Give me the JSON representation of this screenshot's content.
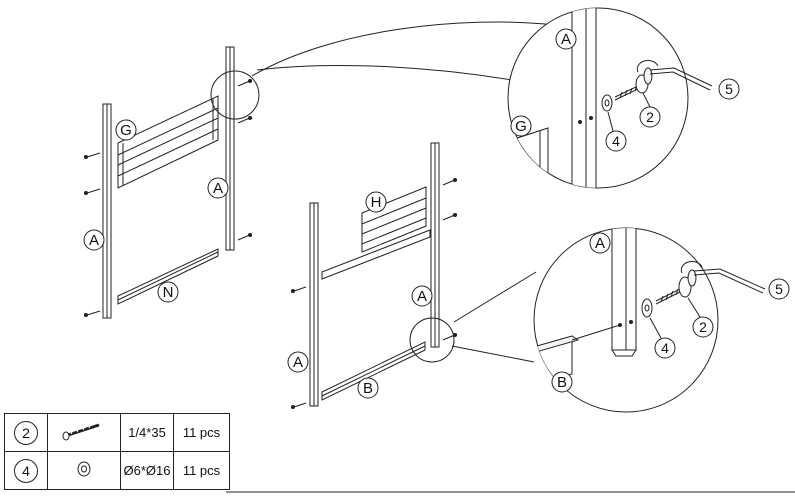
{
  "labels": {
    "frame1_post_left": "A",
    "frame1_post_right": "A",
    "frame1_headboard": "G",
    "frame1_rail": "N",
    "frame2_post_left": "A",
    "frame2_post_right": "A",
    "frame2_headboard": "H",
    "frame2_rail": "B",
    "detail1_post": "A",
    "detail1_board": "G",
    "detail1_bolt": "2",
    "detail1_washer": "4",
    "detail1_key": "5",
    "detail2_post": "A",
    "detail2_rail": "B",
    "detail2_bolt": "2",
    "detail2_washer": "4",
    "detail2_key": "5"
  },
  "parts_table": [
    {
      "number": "2",
      "icon": "bolt-icon",
      "size": "1/4*35",
      "qty": "11 pcs"
    },
    {
      "number": "4",
      "icon": "washer-icon",
      "size": "Ø6*Ø16",
      "qty": "11 pcs"
    }
  ]
}
